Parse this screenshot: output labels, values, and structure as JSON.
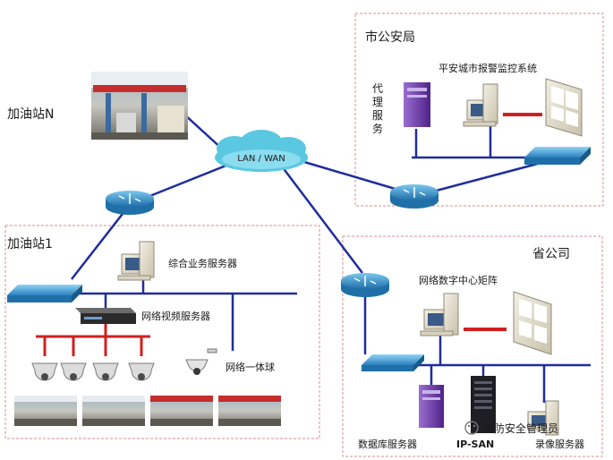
{
  "regions": {
    "city_police": "市公安局",
    "station_n": "加油站N",
    "station_1": "加油站1",
    "province": "省公司"
  },
  "nodes": {
    "cloud": "LAN / WAN",
    "proxy": [
      "代",
      "理",
      "服",
      "务"
    ],
    "alarm_system": "平安城市报警监控系统",
    "integrated_server": "综合业务服务器",
    "video_server": "网络视频服务器",
    "dome_camera": "网络一体球",
    "matrix": "网络数字中心矩阵",
    "db_server": "数据库服务器",
    "ipsan": "IP-SAN",
    "recorder": "录像服务器"
  },
  "watermark": "消防安全管理员",
  "colors": {
    "link": "#1f2d9c",
    "red_link": "#d21f1f",
    "frame": "#d98e8e",
    "router": "#2f8fc9",
    "switch": "#3aa0d8",
    "cloud": "#5ac8e0",
    "purple": "#6d3aa8"
  }
}
